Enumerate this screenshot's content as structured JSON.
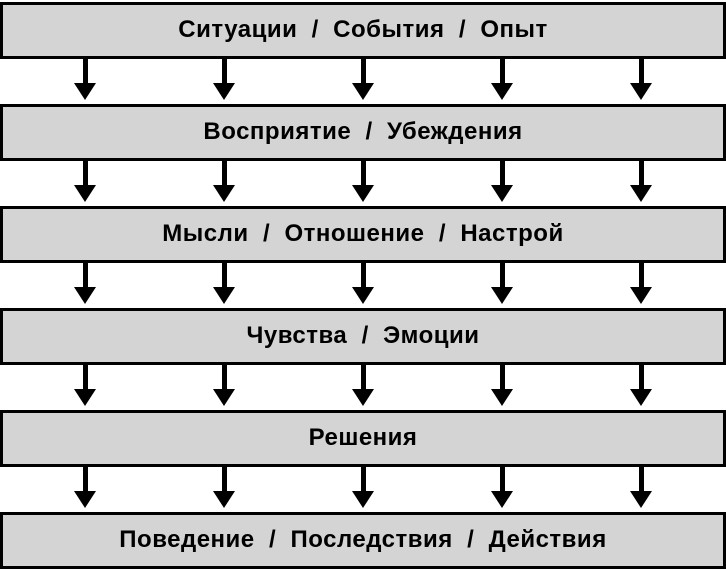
{
  "diagram": {
    "title": "cascade-flowchart",
    "language": "ru",
    "colors": {
      "box_fill": "#d4d4d4",
      "box_border": "#000000",
      "arrow_color": "#000000",
      "text_color": "#000000",
      "page_background": "#ffffff"
    },
    "arrows_per_row": 5,
    "rows": [
      {
        "label": "Ситуации  /  События  /  Опыт"
      },
      {
        "label": "Восприятие  /  Убеждения"
      },
      {
        "label": "Мысли  /  Отношение  /  Настрой"
      },
      {
        "label": "Чувства  /  Эмоции"
      },
      {
        "label": "Решения"
      },
      {
        "label": "Поведение  /  Последствия  /  Действия"
      }
    ]
  }
}
